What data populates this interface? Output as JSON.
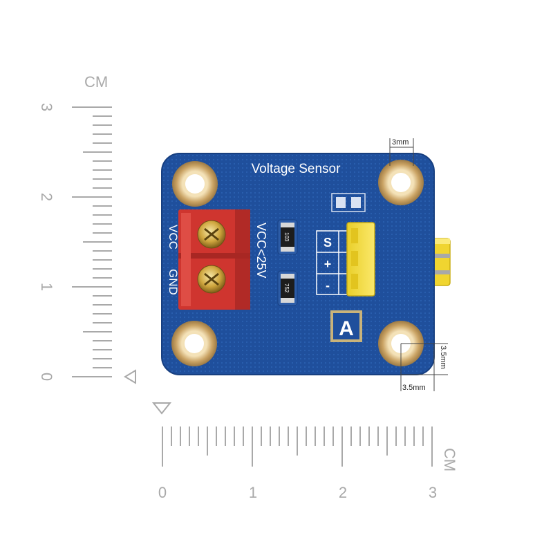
{
  "board": {
    "title": "Voltage Sensor",
    "terminal_labels": [
      "VCC",
      "GND"
    ],
    "input_label": "VCC<25V",
    "pin_labels": [
      "S",
      "+",
      "-"
    ],
    "logo_letter": "A",
    "resistor_labels": [
      "103",
      "752"
    ],
    "colors": {
      "pcb": "#1f4f9c",
      "terminal": "#d43a33",
      "header": "#f2dc3a",
      "pad": "#caa56a"
    }
  },
  "dimensions": {
    "hole_diameter": "3mm",
    "edge_offset_x": "3.5mm",
    "edge_offset_y": "3.5mm"
  },
  "ruler_vertical": {
    "unit": "CM",
    "ticks": [
      "3",
      "2",
      "1",
      "0"
    ]
  },
  "ruler_horizontal": {
    "unit": "CM",
    "ticks": [
      "0",
      "1",
      "2",
      "3"
    ]
  }
}
